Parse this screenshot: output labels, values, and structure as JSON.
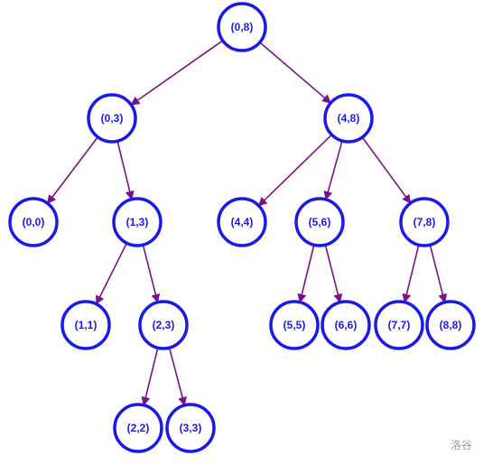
{
  "diagram": {
    "colors": {
      "node_stroke": "#1a1ae6",
      "node_fill": "#ffffff",
      "label": "#1a1ae6",
      "edge": "#7a1285"
    },
    "nodes": [
      {
        "id": "n08",
        "label": "(0,8)"
      },
      {
        "id": "n03",
        "label": "(0,3)"
      },
      {
        "id": "n48",
        "label": "(4,8)"
      },
      {
        "id": "n00",
        "label": "(0,0)"
      },
      {
        "id": "n13",
        "label": "(1,3)"
      },
      {
        "id": "n44",
        "label": "(4,4)"
      },
      {
        "id": "n56",
        "label": "(5,6)"
      },
      {
        "id": "n78",
        "label": "(7,8)"
      },
      {
        "id": "n11",
        "label": "(1,1)"
      },
      {
        "id": "n23",
        "label": "(2,3)"
      },
      {
        "id": "n55",
        "label": "(5,5)"
      },
      {
        "id": "n66",
        "label": "(6,6)"
      },
      {
        "id": "n77",
        "label": "(7,7)"
      },
      {
        "id": "n88",
        "label": "(8,8)"
      },
      {
        "id": "n22",
        "label": "(2,2)"
      },
      {
        "id": "n33",
        "label": "(3,3)"
      }
    ],
    "edges": [
      {
        "from": "n08",
        "to": "n03"
      },
      {
        "from": "n08",
        "to": "n48"
      },
      {
        "from": "n03",
        "to": "n00"
      },
      {
        "from": "n03",
        "to": "n13"
      },
      {
        "from": "n13",
        "to": "n11"
      },
      {
        "from": "n13",
        "to": "n23"
      },
      {
        "from": "n23",
        "to": "n22"
      },
      {
        "from": "n23",
        "to": "n33"
      },
      {
        "from": "n48",
        "to": "n44"
      },
      {
        "from": "n48",
        "to": "n56"
      },
      {
        "from": "n48",
        "to": "n78"
      },
      {
        "from": "n56",
        "to": "n55"
      },
      {
        "from": "n56",
        "to": "n66"
      },
      {
        "from": "n78",
        "to": "n77"
      },
      {
        "from": "n78",
        "to": "n88"
      }
    ]
  },
  "watermark": "洛谷"
}
